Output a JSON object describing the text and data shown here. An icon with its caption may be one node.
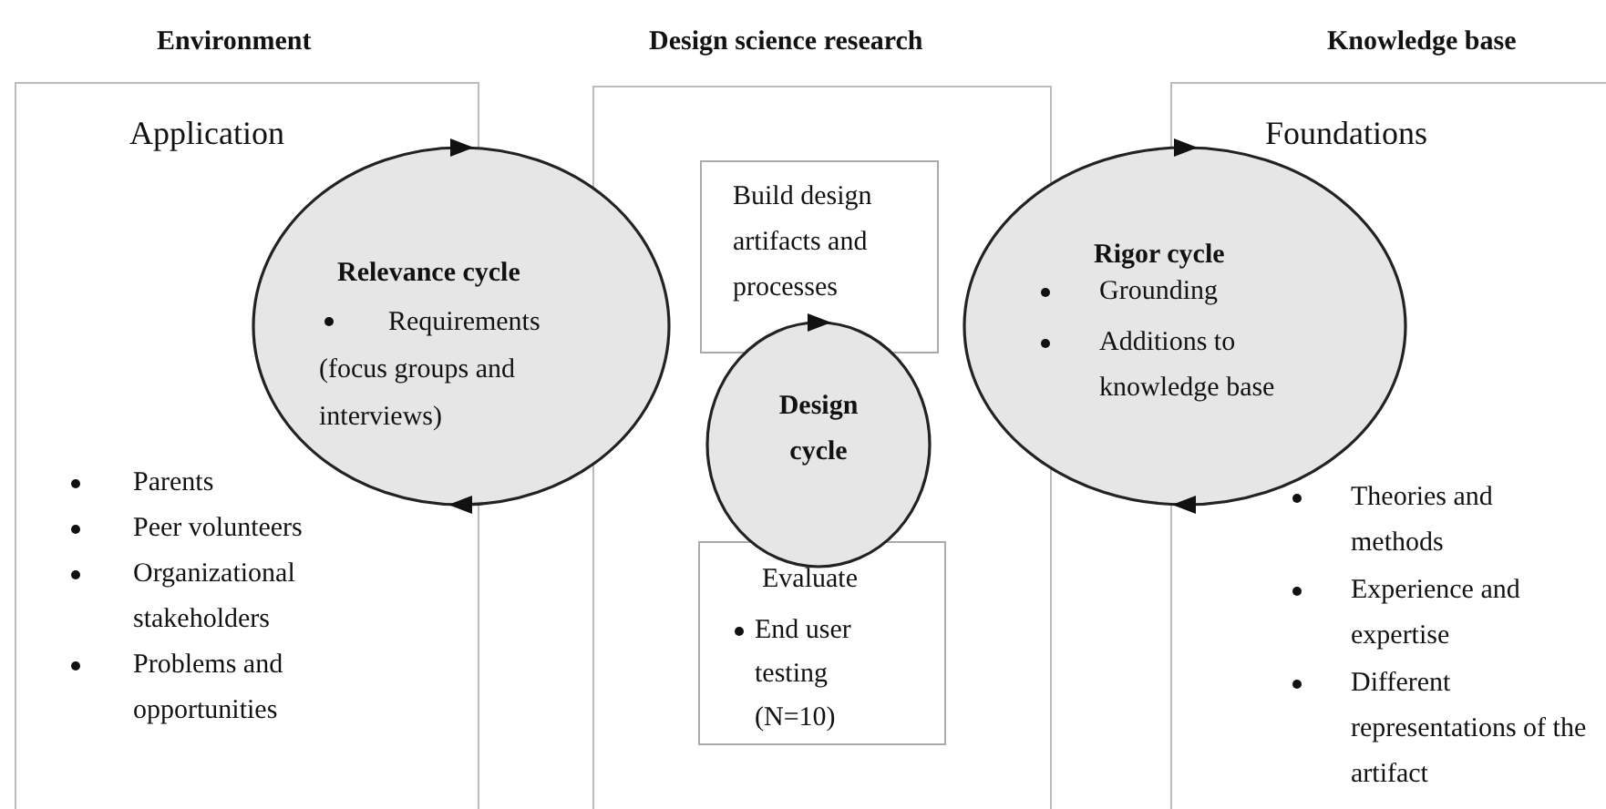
{
  "diagram": {
    "nodes": [
      {
        "text": [
          "Environment",
          "Application",
          "Parents",
          "Peer volunteers",
          "Organizational stakeholders",
          "Problems and opportunities"
        ]
      },
      {
        "text": [
          "Relevance cycle",
          "Requirements (focus groups and interviews)"
        ]
      },
      {
        "text": [
          "Design science research"
        ]
      },
      {
        "text": [
          "Build design artifacts and processes"
        ],
        "in": 2
      },
      {
        "text": [
          "Evaluate",
          "End user testing (N=10)"
        ],
        "in": 2
      },
      {
        "text": [
          "Design cycle"
        ],
        "in": 2
      },
      {
        "text": [
          "Knowledge base",
          "Foundations",
          "Theories and methods",
          "Experience and expertise",
          "Different representations of the artifact"
        ]
      },
      {
        "text": [
          "Rigor cycle",
          "Grounding",
          "Additions to knowledge base"
        ]
      }
    ]
  }
}
